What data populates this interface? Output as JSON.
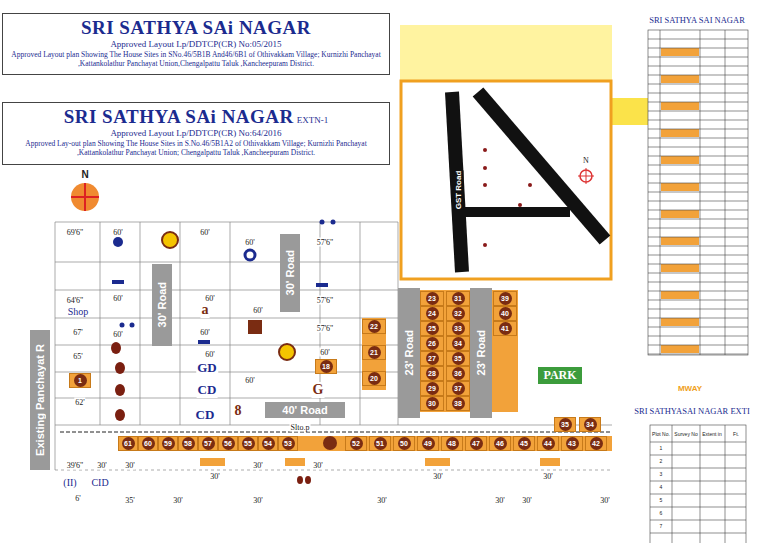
{
  "diagram": {
    "nodes": [
      {
        "text": [
          "SRI SATHYA SAi NAGAR",
          "Approved Layout Lp/DDTCP(CR) No:05/2015",
          "Approved Layout plan Showing The House Sites in SNo.46/5B1B And46/6B1 of Othivakkam Village; Kurnizhi Panchayat ,Kattankolathur Panchayat Union,Chengalpattu Taluk ,Kancheepuram District."
        ]
      },
      {
        "text": [
          "SRI SATHYA SAi NAGAR",
          "EXTN-1",
          "Approved Layout Lp/DDTCP(CR) No:64/2016",
          "Approved Lay-out plan Showing The House Sites in S.No.46/5B1A2 of Othivakkam Village; Kurnizhi Panchayat ,Kattankolathur Panchayat Union; Chengalpattu Taluk ,Kancheepuram District."
        ]
      },
      {
        "text": [
          "30' Road"
        ]
      },
      {
        "text": [
          "30' Road"
        ]
      },
      {
        "text": [
          "23' Road"
        ]
      },
      {
        "text": [
          "23' Road"
        ]
      },
      {
        "text": [
          "40' Road"
        ]
      },
      {
        "text": [
          "Existing Panchayat R"
        ]
      },
      {
        "text": [
          "PARK"
        ]
      },
      {
        "text": [
          "1"
        ]
      },
      {
        "text": [
          "18"
        ]
      },
      {
        "text": [
          "22"
        ]
      },
      {
        "text": [
          "21"
        ]
      },
      {
        "text": [
          "20"
        ]
      },
      {
        "text": [
          "23"
        ]
      },
      {
        "text": [
          "24"
        ]
      },
      {
        "text": [
          "25"
        ]
      },
      {
        "text": [
          "26"
        ]
      },
      {
        "text": [
          "27"
        ]
      },
      {
        "text": [
          "28"
        ]
      },
      {
        "text": [
          "29"
        ]
      },
      {
        "text": [
          "30"
        ]
      },
      {
        "text": [
          "31"
        ]
      },
      {
        "text": [
          "32"
        ]
      },
      {
        "text": [
          "33"
        ]
      },
      {
        "text": [
          "34"
        ]
      },
      {
        "text": [
          "35"
        ]
      },
      {
        "text": [
          "36"
        ]
      },
      {
        "text": [
          "37"
        ]
      },
      {
        "text": [
          "38"
        ]
      },
      {
        "text": [
          "39"
        ]
      },
      {
        "text": [
          "40"
        ]
      },
      {
        "text": [
          "41"
        ]
      },
      {
        "text": [
          "61"
        ]
      },
      {
        "text": [
          "60"
        ]
      },
      {
        "text": [
          "59"
        ]
      },
      {
        "text": [
          "58"
        ]
      },
      {
        "text": [
          "57"
        ]
      },
      {
        "text": [
          "56"
        ]
      },
      {
        "text": [
          "55"
        ]
      },
      {
        "text": [
          "54"
        ]
      },
      {
        "text": [
          "53"
        ]
      },
      {
        "text": [
          "52"
        ]
      },
      {
        "text": [
          "51"
        ]
      },
      {
        "text": [
          "50"
        ]
      },
      {
        "text": [
          "49"
        ]
      },
      {
        "text": [
          "48"
        ]
      },
      {
        "text": [
          "47"
        ]
      },
      {
        "text": [
          "46"
        ]
      },
      {
        "text": [
          "45"
        ]
      },
      {
        "text": [
          "44"
        ]
      },
      {
        "text": [
          "43"
        ]
      },
      {
        "text": [
          "42"
        ]
      },
      {
        "text": [
          "35"
        ]
      },
      {
        "text": [
          "34"
        ]
      }
    ],
    "labels": [
      "Shop",
      "GD",
      "CD",
      "CD",
      "8",
      "a",
      "G",
      "Slto.p",
      "(II)",
      "CID",
      "N",
      "N",
      "GST Road",
      "MWAY",
      "SRI SATHYA SAI NAGAR",
      "SRI SATHYASAI NAGAR EXTI",
      "Plot No.",
      "Survey No",
      "Extent in",
      "Ft.",
      "1",
      "2",
      "3",
      "4",
      "5",
      "6",
      "7",
      "69'6\"",
      "60'",
      "60'",
      "60'",
      "57'6\"",
      "64'6\"",
      "60'",
      "60'",
      "60'",
      "57'6\"",
      "57'6\"",
      "67'",
      "60'",
      "60'",
      "65'",
      "60'",
      "60'",
      "62'",
      "60'",
      "39'6\"",
      "30'",
      "30'",
      "30'",
      "30'",
      "30'",
      "30'",
      "30'",
      "6'",
      "35'",
      "30'",
      "30'",
      "30'",
      "30'",
      "30'",
      "30'"
    ]
  }
}
